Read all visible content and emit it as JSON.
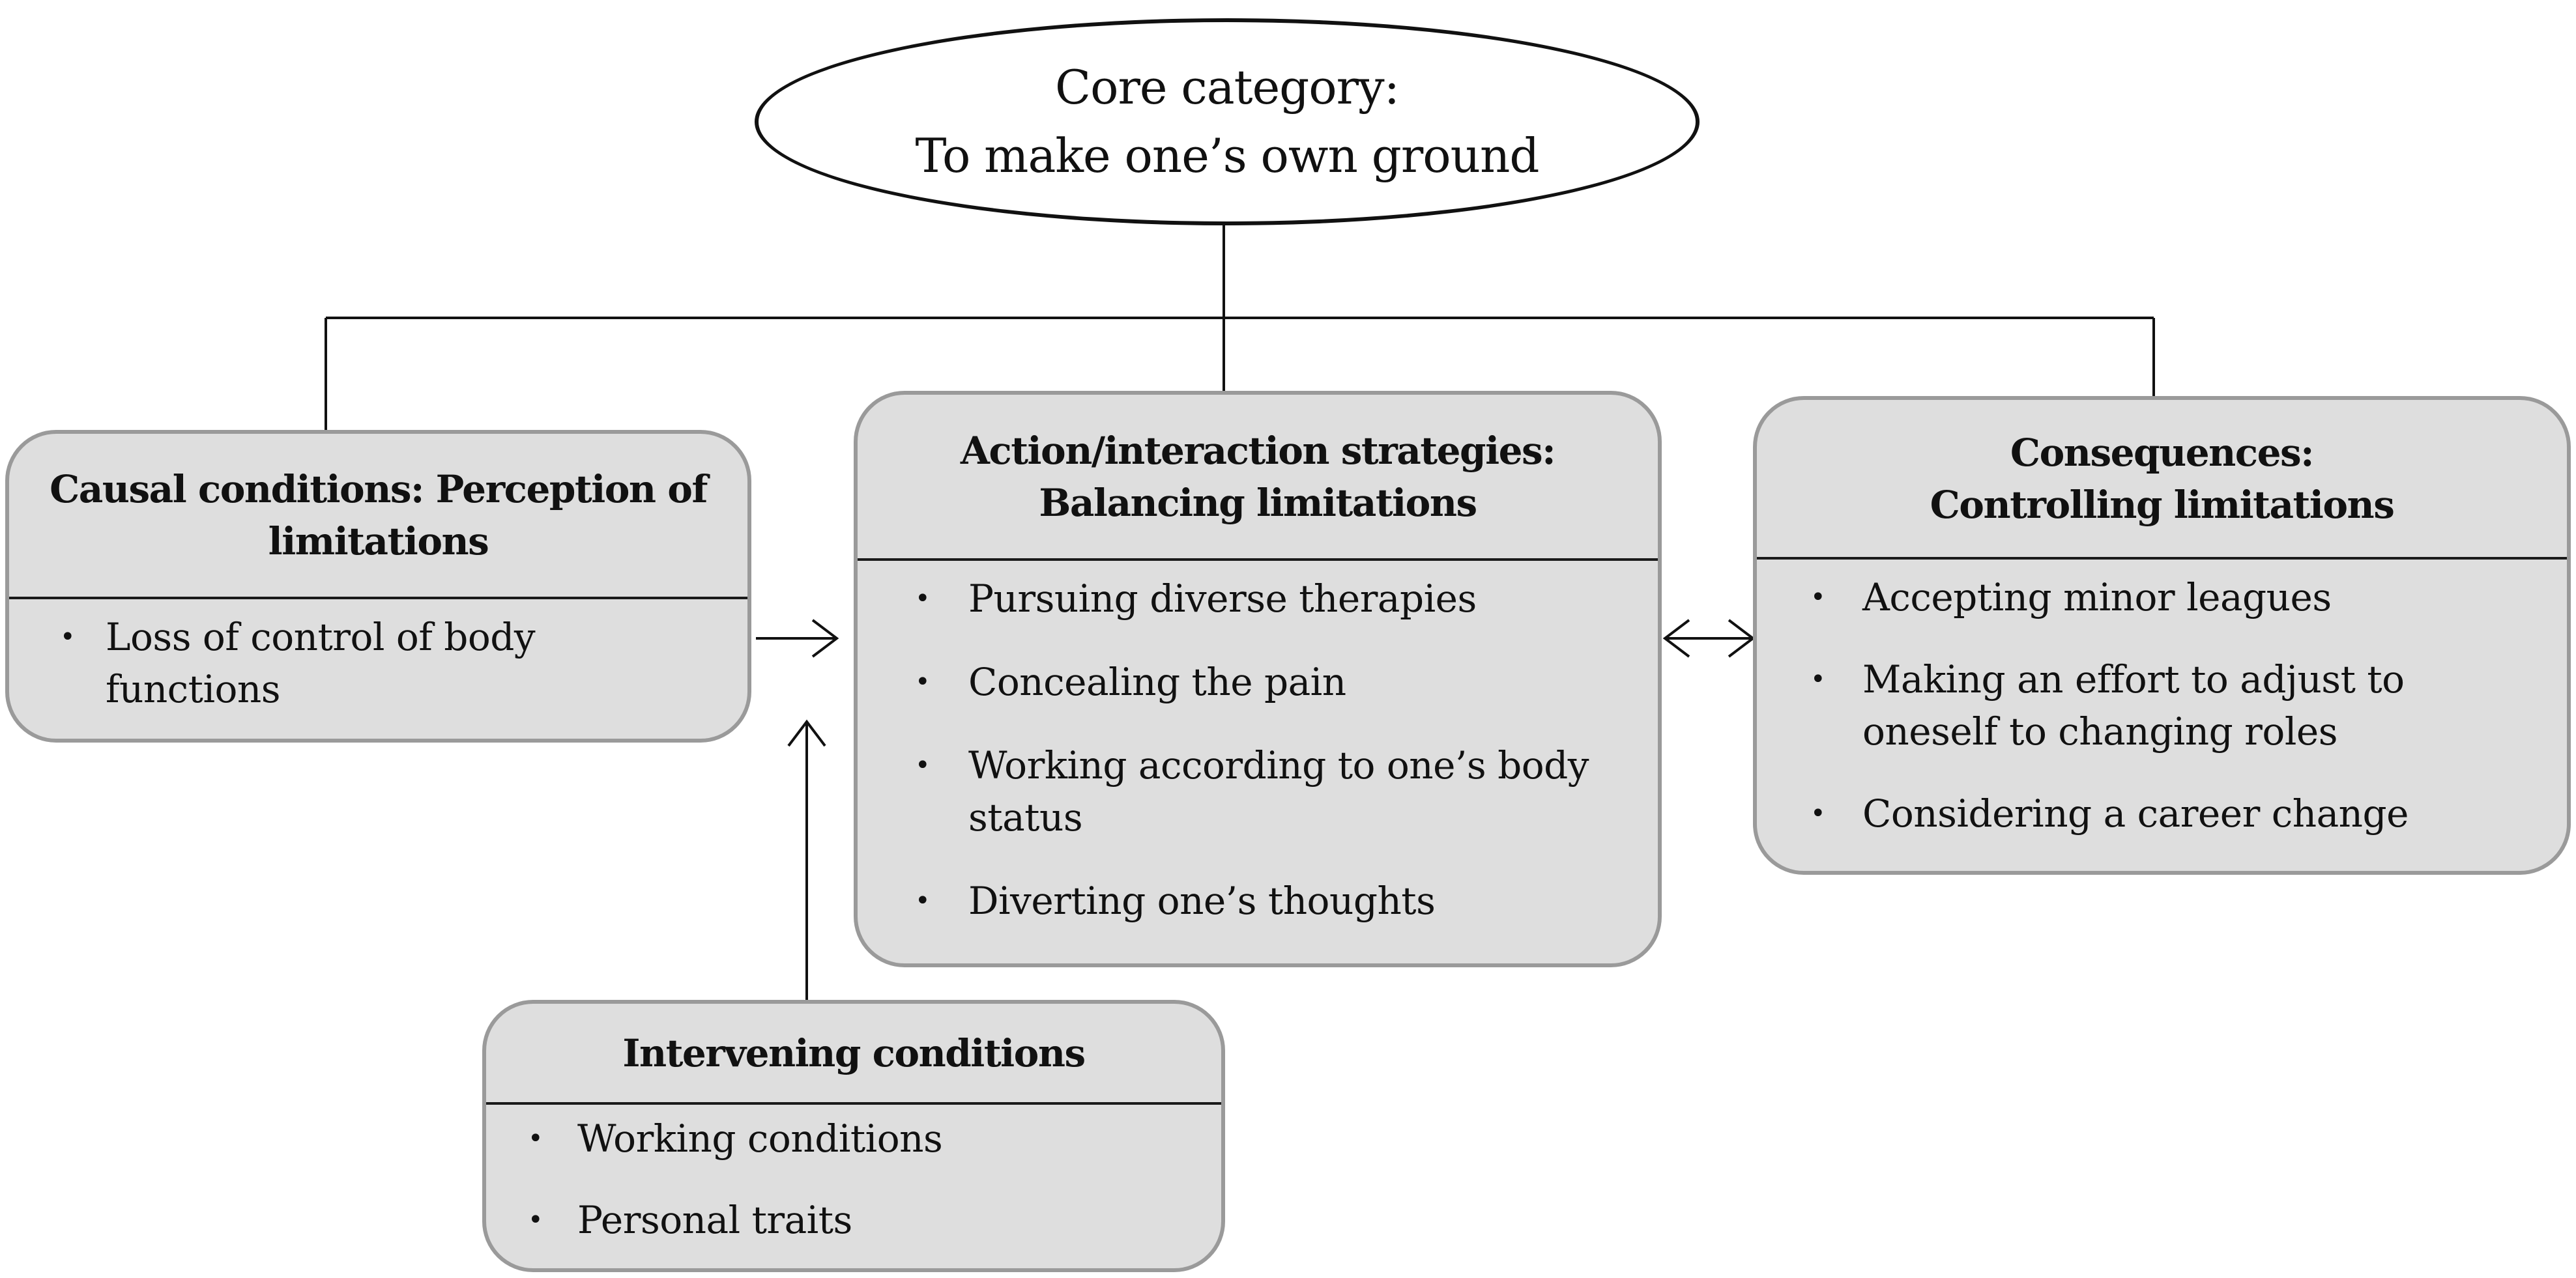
{
  "core": {
    "line1": "Core category:",
    "line2": "To make one’s own ground"
  },
  "causal": {
    "title_line1": "Causal conditions: Perception of",
    "title_line2": "limitations",
    "items": [
      "Loss of control of body functions"
    ]
  },
  "action": {
    "title_line1": "Action/interaction strategies:",
    "title_line2": "Balancing limitations",
    "items": [
      "Pursuing diverse therapies",
      "Concealing the pain",
      "Working according to one’s body status",
      "Diverting one’s thoughts"
    ]
  },
  "consequences": {
    "title_line1": "Consequences:",
    "title_line2": "Controlling limitations",
    "items": [
      "Accepting minor leagues",
      "Making an effort to adjust to oneself to changing roles",
      "Considering a career change"
    ]
  },
  "intervening": {
    "title": "Intervening conditions",
    "items": [
      "Working conditions",
      "Personal traits"
    ]
  },
  "bullet": "•",
  "colors": {
    "box_fill": "#dedede",
    "box_border": "#9a9a9a",
    "line": "#111111"
  }
}
